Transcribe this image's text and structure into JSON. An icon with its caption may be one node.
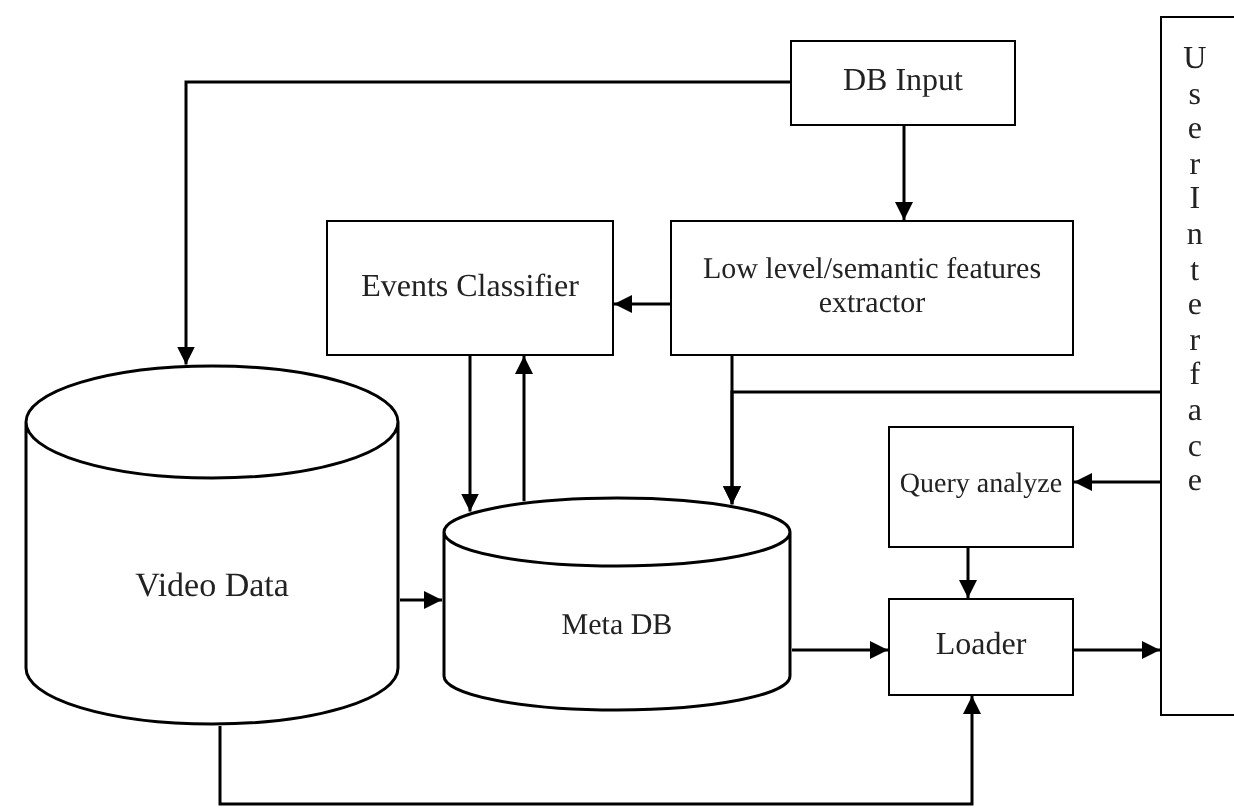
{
  "diagram": {
    "nodes": [
      {
        "text": [
          "DB Input"
        ]
      },
      {
        "text": [
          "Events Classifier"
        ]
      },
      {
        "text": [
          "Low level/semantic features extractor"
        ]
      },
      {
        "text": [
          "User Interface"
        ]
      },
      {
        "text": [
          "Video Data"
        ]
      },
      {
        "text": [
          "Meta DB"
        ]
      },
      {
        "text": [
          "Query analyze"
        ]
      },
      {
        "text": [
          "Loader"
        ]
      }
    ],
    "edges": [
      {
        "from": 0,
        "to": 4,
        "arrow": "to"
      },
      {
        "from": 0,
        "to": 2,
        "arrow": "to"
      },
      {
        "from": 2,
        "to": 1,
        "arrow": "to"
      },
      {
        "from": 1,
        "to": 5,
        "arrow": "to"
      },
      {
        "from": 5,
        "to": 1,
        "arrow": "to"
      },
      {
        "from": 2,
        "to": 5,
        "arrow": "to"
      },
      {
        "from": 3,
        "to": 5,
        "arrow": "to"
      },
      {
        "from": 3,
        "to": 6,
        "arrow": "to"
      },
      {
        "from": 6,
        "to": 7,
        "arrow": "to"
      },
      {
        "from": 4,
        "to": 5,
        "arrow": "to"
      },
      {
        "from": 5,
        "to": 7,
        "arrow": "to"
      },
      {
        "from": 7,
        "to": 3,
        "arrow": "to"
      },
      {
        "from": 4,
        "to": 7,
        "arrow": "to"
      }
    ]
  }
}
